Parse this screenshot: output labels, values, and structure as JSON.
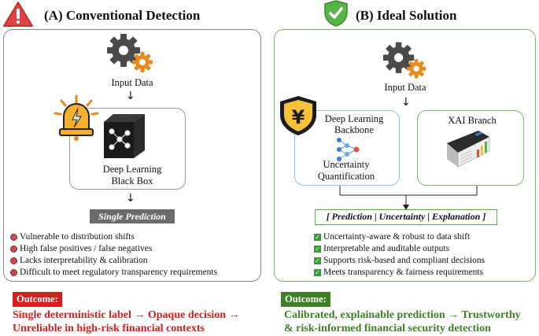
{
  "left": {
    "title": "(A) Conventional Detection",
    "input_label": "Input Data",
    "model_label_1": "Deep Learning",
    "model_label_2": "Black Box",
    "prediction_label": "Single Prediction",
    "bullets": [
      "Vulnerable to distribution shifts",
      "High false positives / false negatives",
      "Lacks interpretability & calibration",
      "Difficult to meet regulatory transparency requirements"
    ],
    "outcome_label": "Outcome:",
    "outcome_line_1": "Single deterministic label → Opaque decision →",
    "outcome_line_2": "Unreliable in high-risk financial contexts"
  },
  "right": {
    "title": "(B) Ideal Solution",
    "input_label": "Input Data",
    "backbone_label_1": "Deep Learning",
    "backbone_label_2": "Backbone",
    "uq_label_1": "Uncertainty",
    "uq_label_2": "Quantification",
    "xai_label": "XAI Branch",
    "output_label": "[ Prediction | Uncertainty | Explanation ]",
    "bullets": [
      "Uncertainty-aware & robust to data shift",
      "Interpretable and auditable outputs",
      "Supports risk-based and compliant decisions",
      "Meets transparency & fairness requirements"
    ],
    "outcome_label": "Outcome:",
    "outcome_line_1": "Calibrated, explainable prediction → Trustworthy",
    "outcome_line_2": "& risk-informed financial security detection"
  },
  "colors": {
    "warning_red": "#e04343",
    "outcome_red": "#d61f1f",
    "outcome_green": "#3f7f27",
    "check_green": "#58b547",
    "panel_grey_border": "#8a8a8a",
    "panel_green_border": "#7cbb64",
    "backbone_border": "#8ec3e6",
    "gear_dark": "#4a4a4a",
    "gear_orange": "#e98a1e",
    "prediction_bg": "#6b6b6b"
  },
  "icons": [
    "warning-icon",
    "shield-check-icon",
    "gear-icon",
    "alarm-icon",
    "black-box-icon",
    "finance-shield-icon",
    "neural-network-icon",
    "dashboard-icon"
  ]
}
